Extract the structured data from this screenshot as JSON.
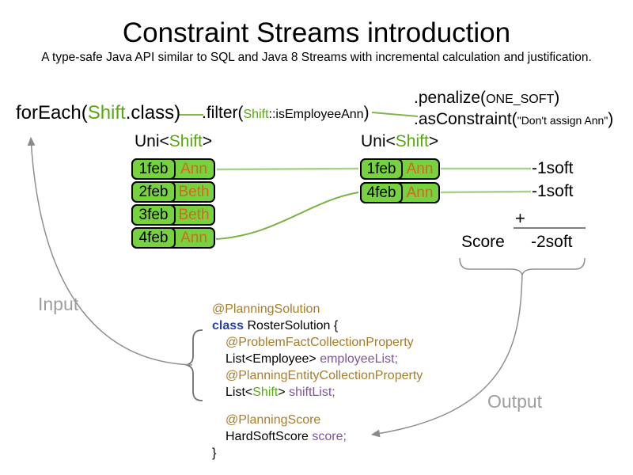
{
  "title": "Constraint Streams introduction",
  "subtitle": "A type-safe Java API similar to SQL and Java 8 Streams with incremental calculation and justification.",
  "pipeline": {
    "foreach": {
      "pre": "forEach(",
      "type": "Shift",
      "post": ".class)"
    },
    "filter": {
      "pre": ".filter(",
      "type": "Shift",
      "method": "::isEmployeeAnn",
      "close": ")"
    },
    "penalize": {
      "pre": ".penalize(",
      "arg": "ONE_SOFT",
      "close": ")"
    },
    "as_constraint": {
      "pre": ".asConstraint(",
      "arg": "\"Don't assign Ann\"",
      "close": ")"
    }
  },
  "streams": {
    "left": {
      "pre": "Uni<",
      "type": "Shift",
      "post": ">",
      "rows": [
        {
          "date": "1feb",
          "name": "Ann"
        },
        {
          "date": "2feb",
          "name": "Beth"
        },
        {
          "date": "3feb",
          "name": "Beth"
        },
        {
          "date": "4feb",
          "name": "Ann"
        }
      ]
    },
    "right": {
      "pre": "Uni<",
      "type": "Shift",
      "post": ">",
      "rows": [
        {
          "date": "1feb",
          "name": "Ann"
        },
        {
          "date": "4feb",
          "name": "Ann"
        }
      ]
    }
  },
  "scoring": {
    "penalties": [
      "-1soft",
      "-1soft"
    ],
    "plus": "+",
    "score_label": "Score",
    "total": "-2soft"
  },
  "flow_labels": {
    "input": "Input",
    "output": "Output"
  },
  "code": {
    "annotation_solution": "@PlanningSolution",
    "class_keyword": "class",
    "class_declaration": " RosterSolution {",
    "annotation_problem_fact": "@ProblemFactCollectionProperty",
    "employee_type": "List<Employee> ",
    "employee_field": "employeeList;",
    "annotation_planning_entity": "@PlanningEntityCollectionProperty",
    "shift_pre": "List<",
    "shift_type": "Shift",
    "shift_post": "> ",
    "shift_field": "shiftList;",
    "annotation_score": "@PlanningScore",
    "score_type": "HardSoftScore ",
    "score_field": "score;",
    "closing_brace": "}"
  },
  "colors": {
    "type_green": "#56a80e",
    "box_green": "#76d23e",
    "employee_orange": "#d2691e",
    "annotation_brown": "#a87d2a",
    "keyword_blue": "#2843a8",
    "field_purple": "#8153a0",
    "line_green_light": "#a9d18e",
    "line_green": "#7cb342",
    "arrow_gray": "#8f8f8f",
    "label_gray": "#9e9e9e"
  }
}
